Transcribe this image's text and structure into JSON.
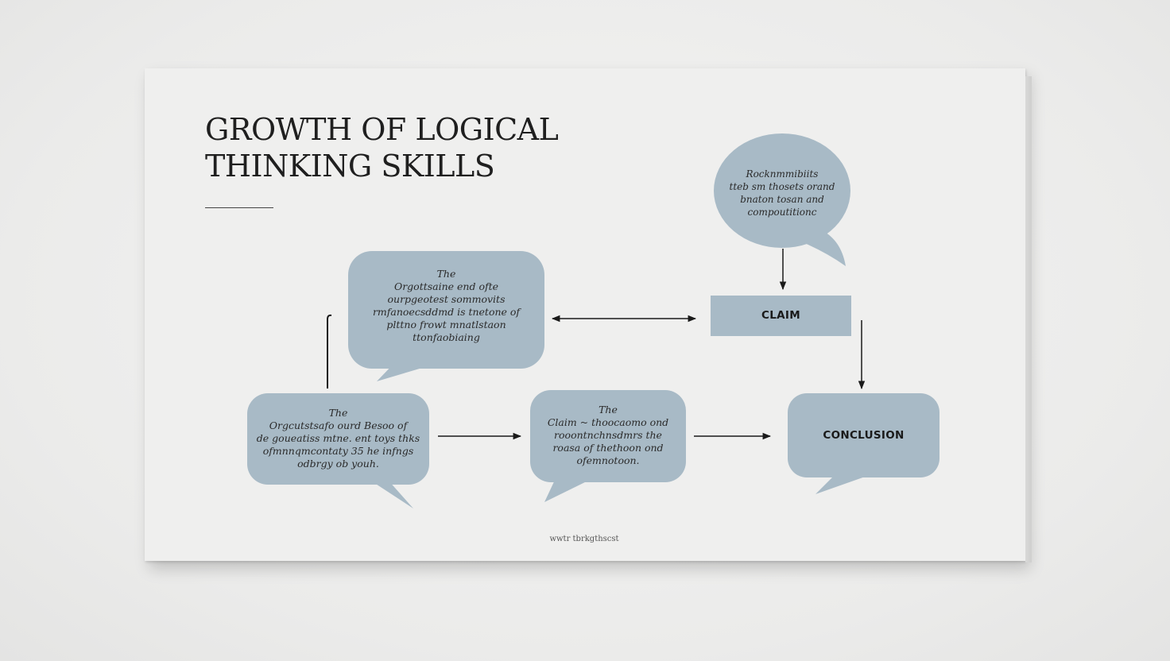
{
  "title_lines": [
    "GROWTH OF LOGICAL",
    "THINKING SKILLS"
  ],
  "bubbles": {
    "top_right": [
      "Rocknmmibiits",
      "tteb sm thosets orand",
      "bnaton tosan and",
      "compoutitionc"
    ],
    "upper_left": [
      "The",
      "Orgottsaine end ofte",
      "ourpgeotest sommovits",
      "rmfanoecsddmd is tnetone of",
      "plttno frowt mnatlstaon",
      "ttonfaobiaing"
    ],
    "lower_left": [
      "The",
      "Orgcutstsafo ourd Besoo of",
      "de goueatiss mtne. ent toys thks",
      "ofmnnqmcontaty 35 he infngs",
      "odbrgy ob youh."
    ],
    "middle": [
      "The",
      "Claim ~ thoocaomo ond",
      "rooontnchnsdmrs the",
      "roasa of thethoon ond",
      "ofemnotoon."
    ]
  },
  "boxes": {
    "claim": "CLAIM",
    "conclusion": "CONCLUSION"
  },
  "footer": "wwtr tbrkgthscst",
  "colors": {
    "bubble_fill": "#a8bac6",
    "card": "#efefee",
    "arrow": "#1a1a1a"
  }
}
